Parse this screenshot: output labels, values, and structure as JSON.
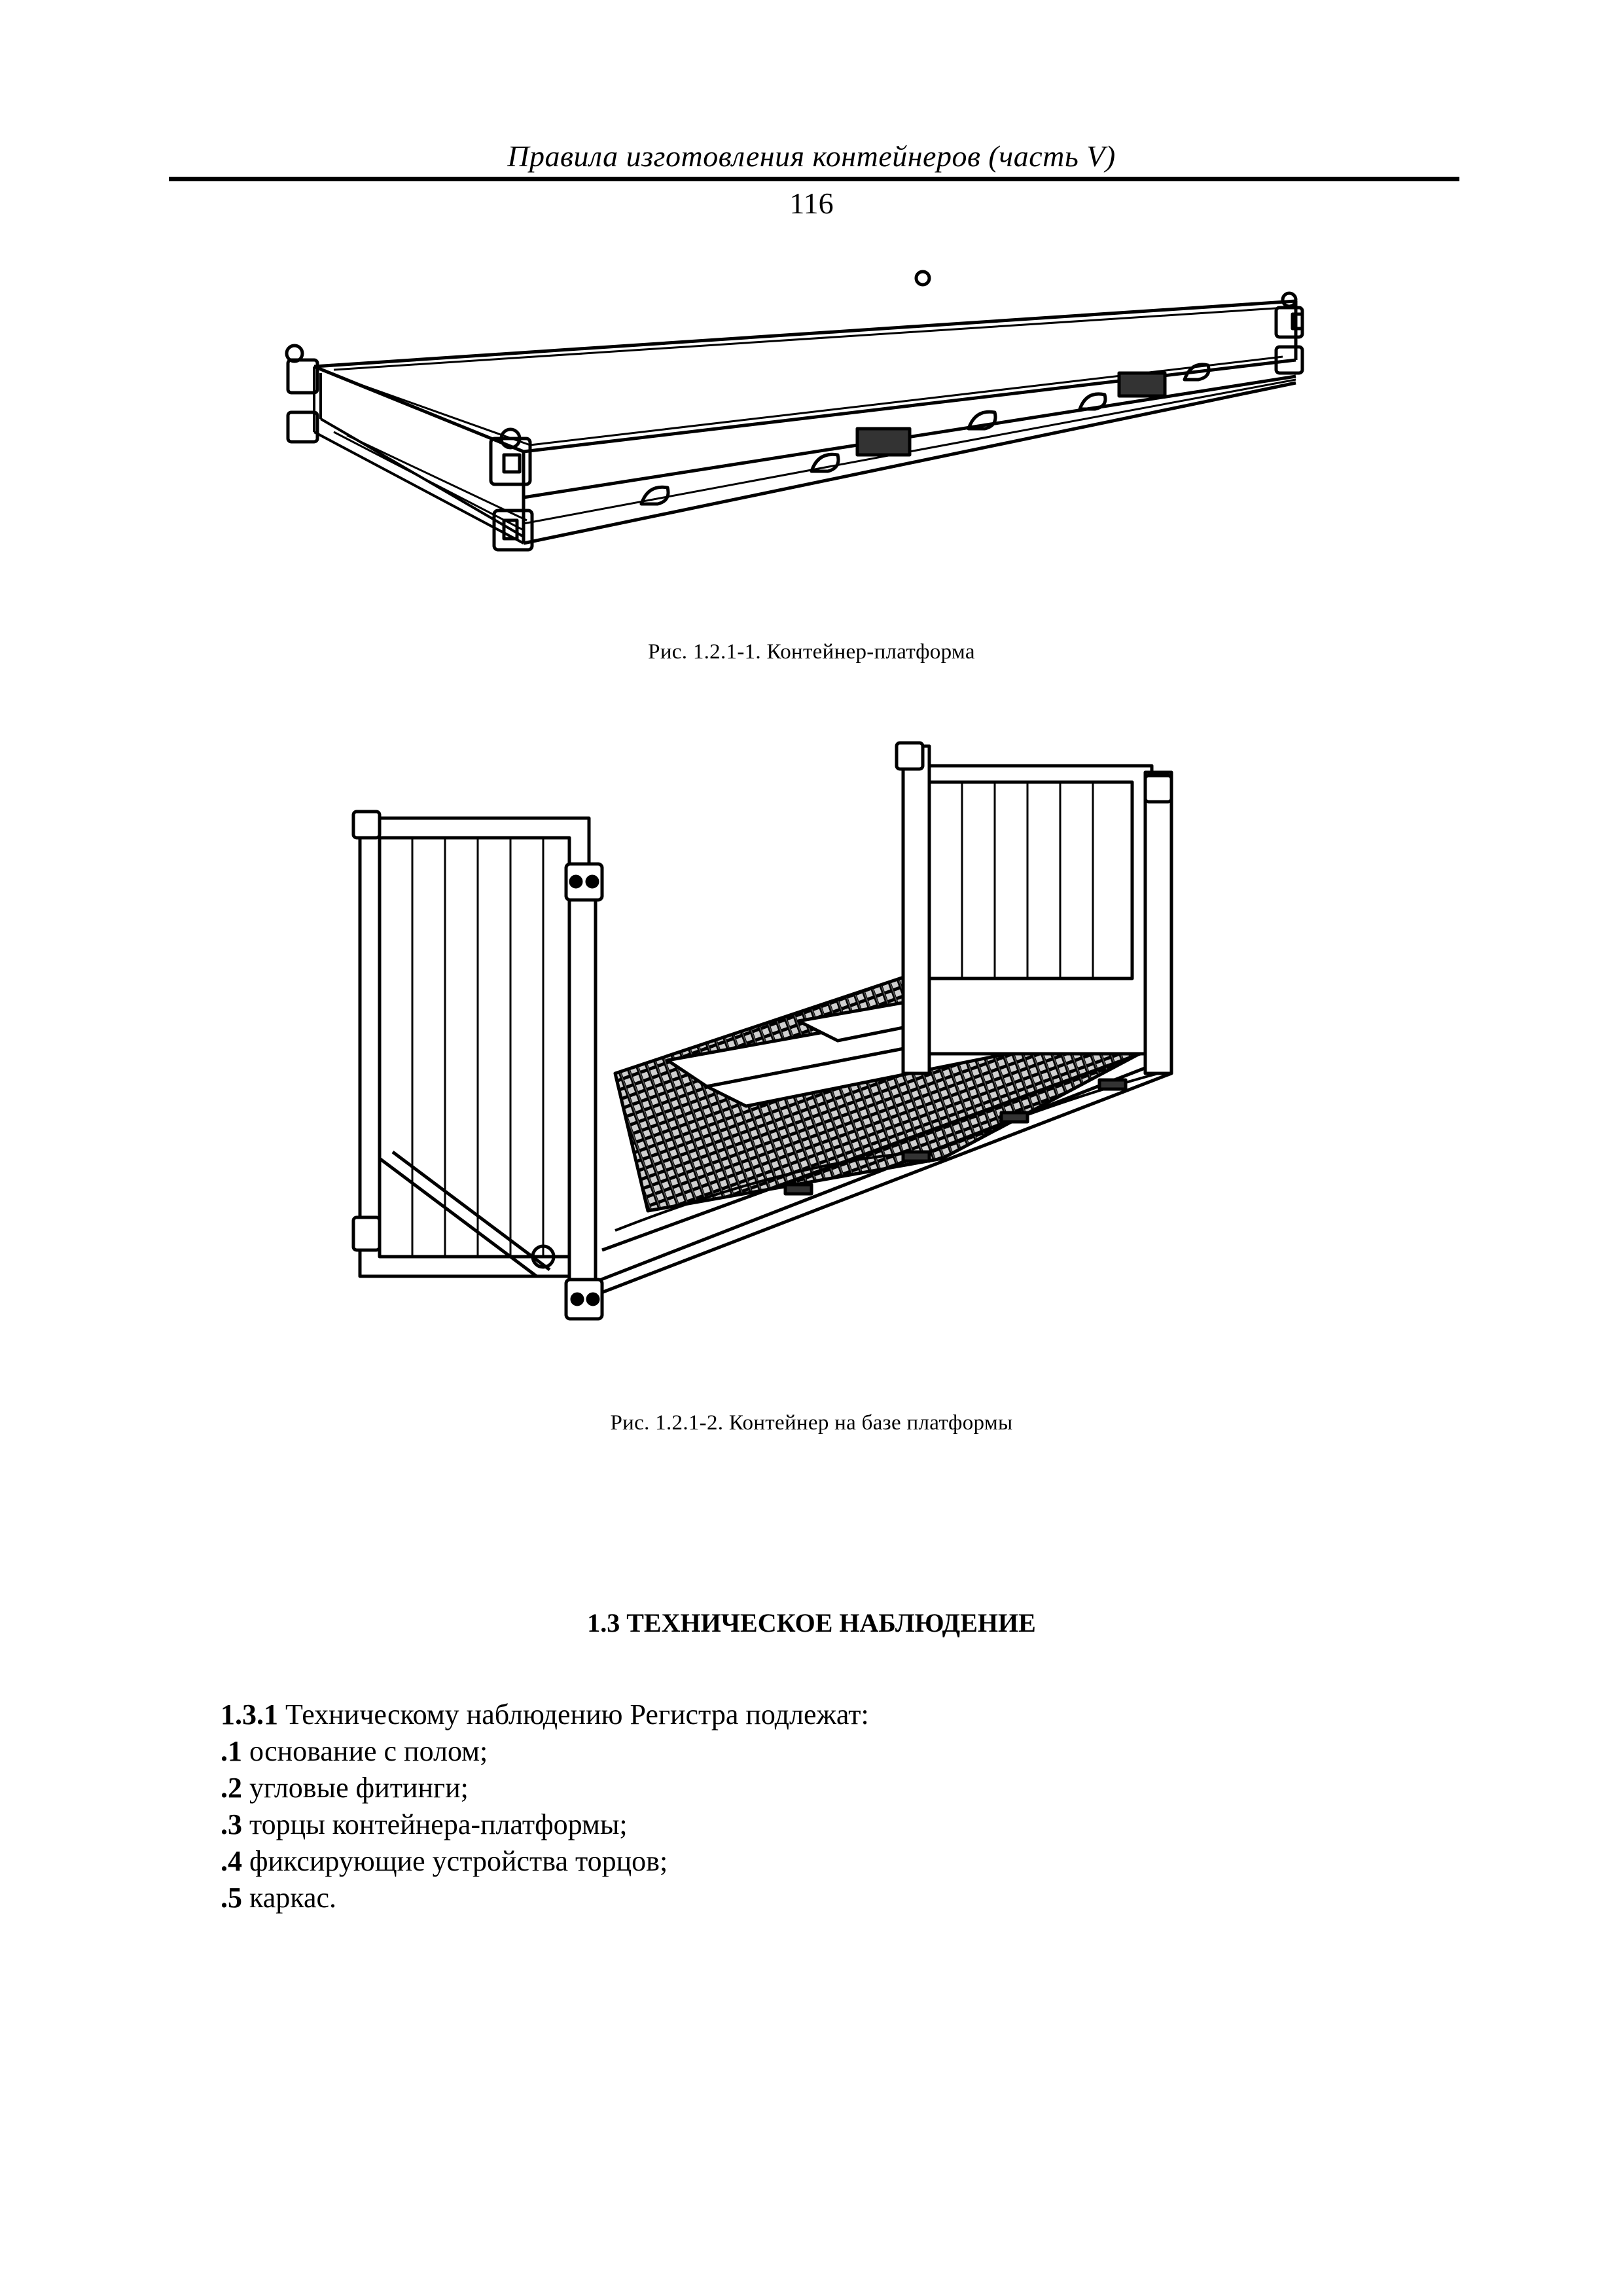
{
  "running_header": "Правила изготовления контейнеров (часть V)",
  "page_number": "116",
  "figures": [
    {
      "caption": "Рис. 1.2.1-1. Контейнер-платформа",
      "icon": "flat-platform-container-drawing"
    },
    {
      "caption": "Рис. 1.2.1-2. Контейнер на базе платформы",
      "icon": "platform-based-container-with-ends-drawing"
    }
  ],
  "section": {
    "heading": "1.3 ТЕХНИЧЕСКОЕ НАБЛЮДЕНИЕ",
    "intro_number": "1.3.1",
    "intro_text": " Техническому наблюдению Регистра подлежат:",
    "items": [
      {
        "num": ".1",
        "text": " основание с полом;"
      },
      {
        "num": ".2",
        "text": " угловые фитинги;"
      },
      {
        "num": ".3",
        "text": " торцы контейнера-платформы;"
      },
      {
        "num": ".4",
        "text": " фиксирующие устройства торцов;"
      },
      {
        "num": ".5",
        "text": " каркас."
      }
    ]
  }
}
